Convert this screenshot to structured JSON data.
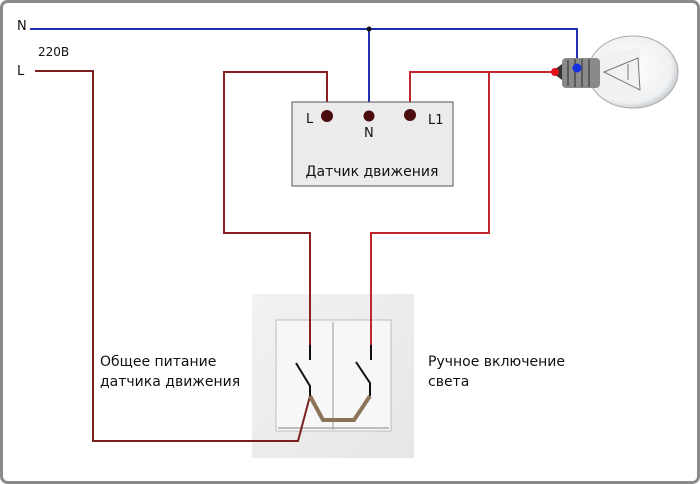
{
  "supply": {
    "neutral_label": "N",
    "line_label": "L",
    "voltage_label": "220В"
  },
  "sensor": {
    "title": "Датчик движения",
    "terminal_l": "L",
    "terminal_n": "N",
    "terminal_l1": "L1"
  },
  "annotations": {
    "left_line1": "Общее питание",
    "left_line2": "датчика движения",
    "right_line1": "Ручное включение",
    "right_line2": "света"
  },
  "colors": {
    "neutral_wire": "#1f2fb0",
    "line_wire": "#7a1f1f",
    "switched_wire": "#c0272d",
    "bridge": "#8b7358",
    "frame": "#8a8a8a"
  }
}
